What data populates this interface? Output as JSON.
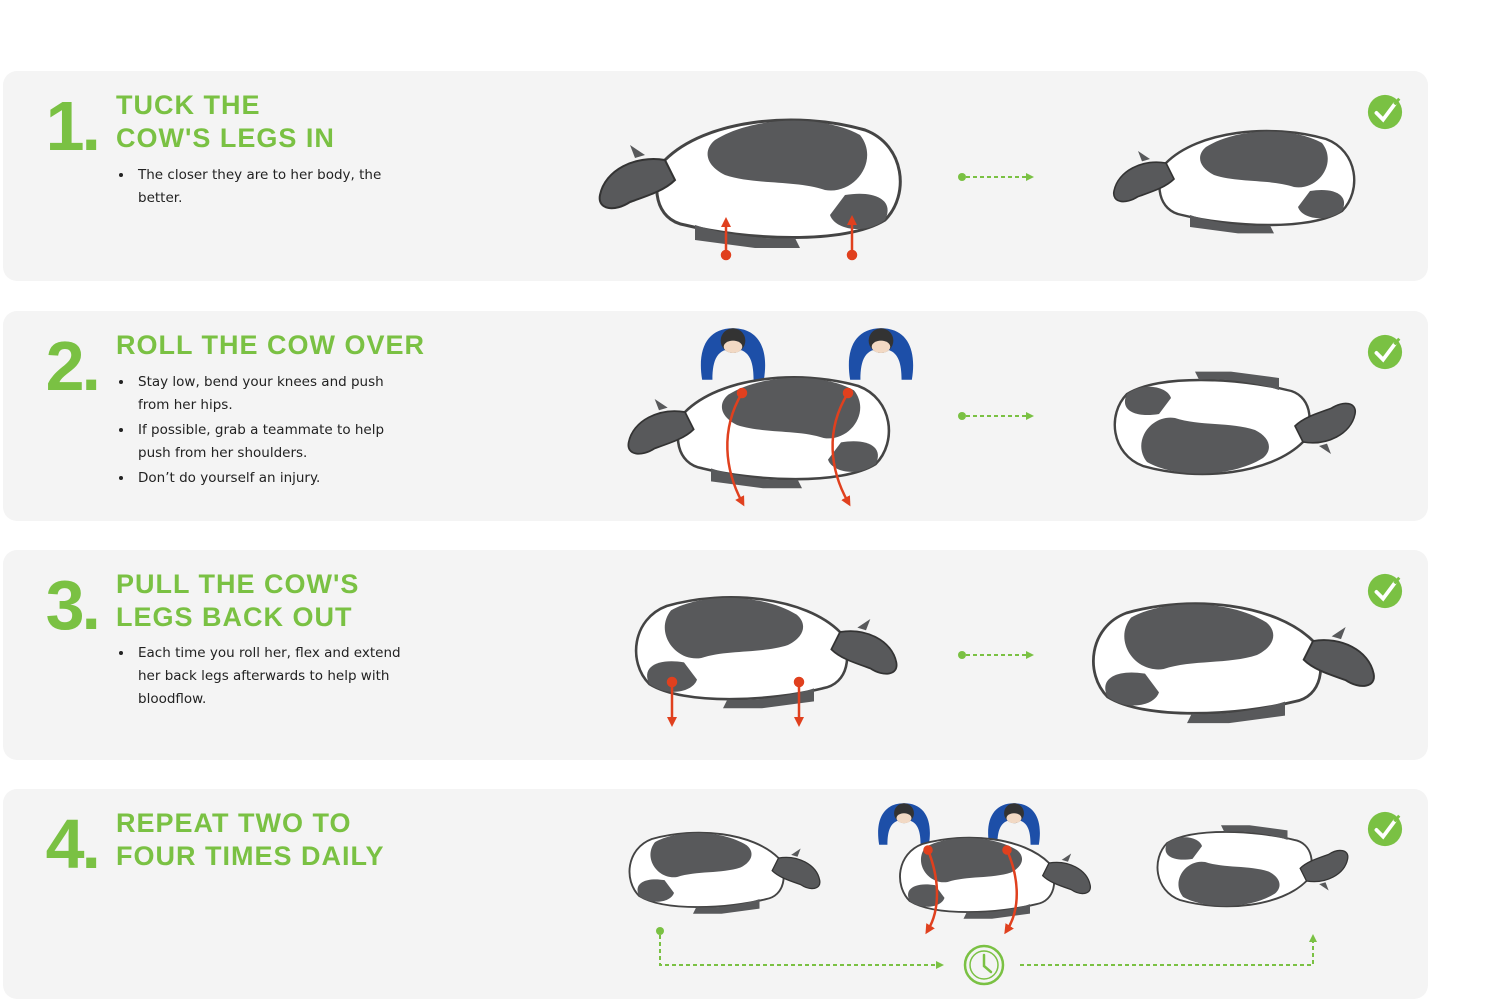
{
  "steps": [
    {
      "number": "1.",
      "title_lines": [
        "TUCK THE",
        "COW'S LEGS IN"
      ],
      "bullets": [
        "The closer they are to her body, the better."
      ]
    },
    {
      "number": "2.",
      "title_lines": [
        "ROLL THE COW OVER"
      ],
      "bullets": [
        "Stay low, bend your knees and push from her hips.",
        "If possible, grab a teammate to help push from her shoulders.",
        "Don’t do yourself an injury."
      ]
    },
    {
      "number": "3.",
      "title_lines": [
        "PULL THE COW'S",
        "LEGS BACK OUT"
      ],
      "bullets": [
        "Each time you roll her, flex and extend her back legs afterwards to help with bloodflow."
      ]
    },
    {
      "number": "4.",
      "title_lines": [
        "REPEAT TWO TO",
        "FOUR TIMES DAILY"
      ],
      "bullets": []
    }
  ],
  "colors": {
    "accent_green": "#7ac143",
    "arrow_red": "#e0401e",
    "panel_bg": "#f4f4f4",
    "cow_dark": "#55575a",
    "worker_blue": "#1d4fa8"
  },
  "icons": [
    "check-circle-icon",
    "clock-icon",
    "dotted-arrow-icon",
    "push-arrow-icon"
  ]
}
